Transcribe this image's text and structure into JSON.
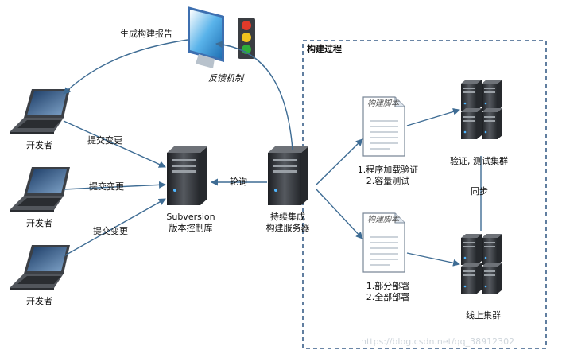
{
  "labels": {
    "feedback": "反馈机制",
    "generate_report": "生成构建报告",
    "developer_1": "开发者",
    "developer_2": "开发者",
    "developer_3": "开发者",
    "submit_1": "提交变更",
    "submit_2": "提交变更",
    "submit_3": "提交变更",
    "poll": "轮询",
    "svn_line1": "Subversion",
    "svn_line2": "版本控制库",
    "ci_line1": "持续集成",
    "ci_line2": "构建服务器",
    "build_process": "构建过程",
    "script_1": "构建脚本",
    "script_2": "构建脚本",
    "steps_1_line1": "1.程序加载验证",
    "steps_1_line2": "2.容量测试",
    "steps_2_line1": "1.部分部署",
    "steps_2_line2": "2.全部部署",
    "test_cluster": "验证, 测试集群",
    "sync": "同步",
    "prod_cluster": "线上集群"
  },
  "watermark": "https://blog.csdn.net/qq_38912302",
  "colors": {
    "arrow": "#3e6c94",
    "dashed_border": "#3a5f88",
    "server_body": "#3a3d42",
    "laptop_body": "#3b3f45",
    "traffic_red": "#e23a2a",
    "traffic_yellow": "#f0c31e",
    "traffic_green": "#2fae3a"
  }
}
